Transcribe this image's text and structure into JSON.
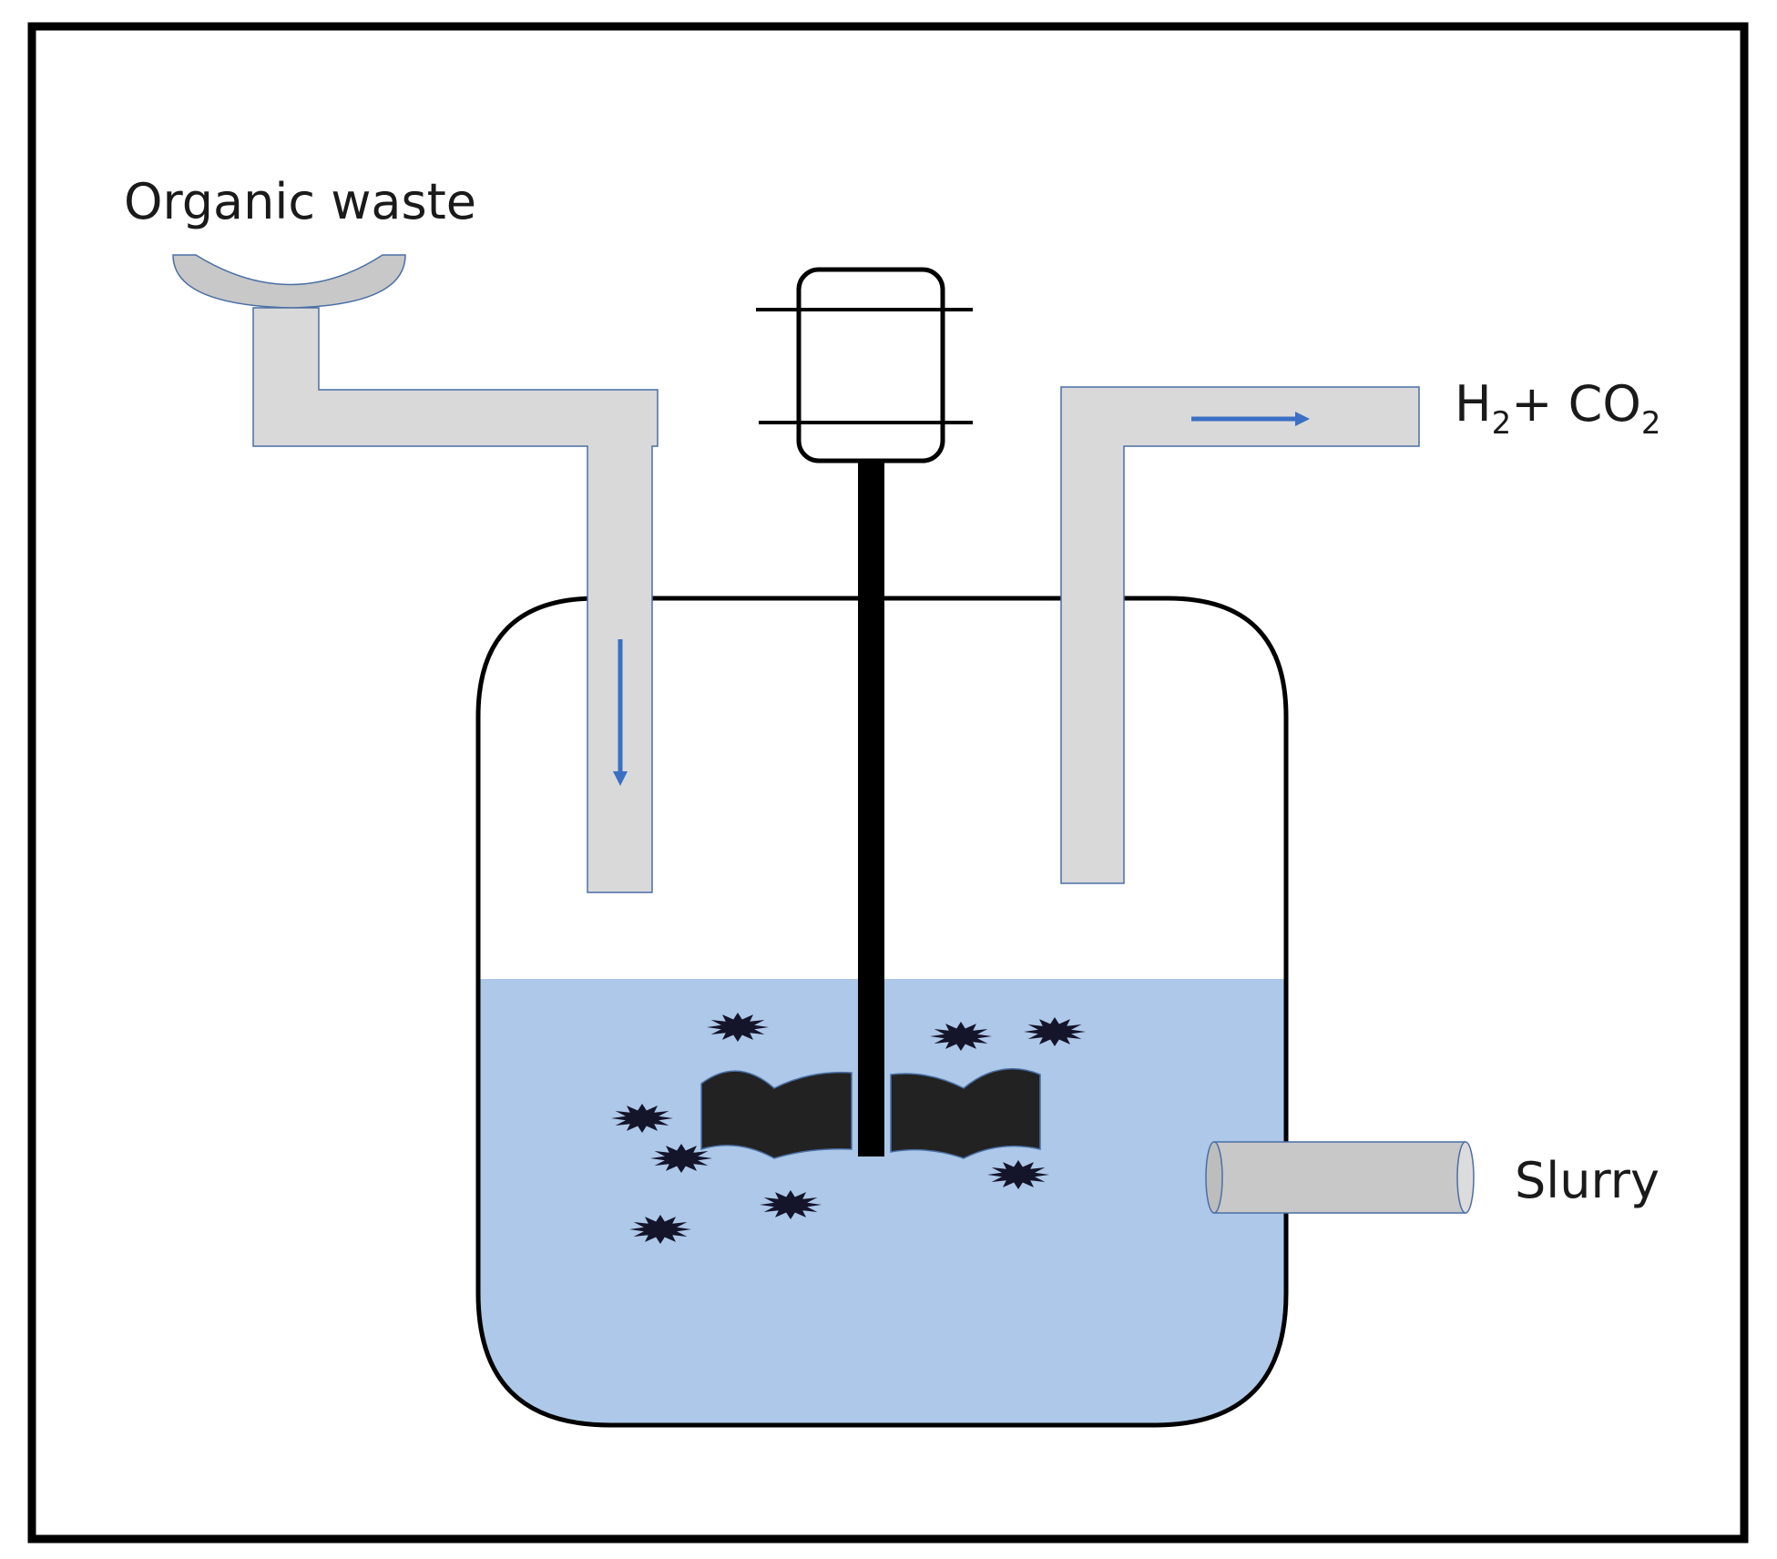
{
  "labels": {
    "inlet": "Organic waste",
    "gas_h": "H",
    "gas_h_sub": "2",
    "gas_rest": "+ CO",
    "gas_co_sub": "2",
    "outlet": "Slurry"
  },
  "colors": {
    "pipe_fill": "#d9d9d9",
    "pipe_stroke": "#4a6fa5",
    "outlet_fill": "#c8c8c8",
    "liquid": "#adc8e8",
    "flow_arrow": "#3a6fc4",
    "impeller": "#222222",
    "microbes": "#14142a",
    "outline": "#000000"
  },
  "icons": {
    "inlet_hopper": "hopper-icon",
    "motor": "motor-icon",
    "impeller": "impeller-icon",
    "microbe": "microbe-icon",
    "flow": "arrow-icon"
  }
}
